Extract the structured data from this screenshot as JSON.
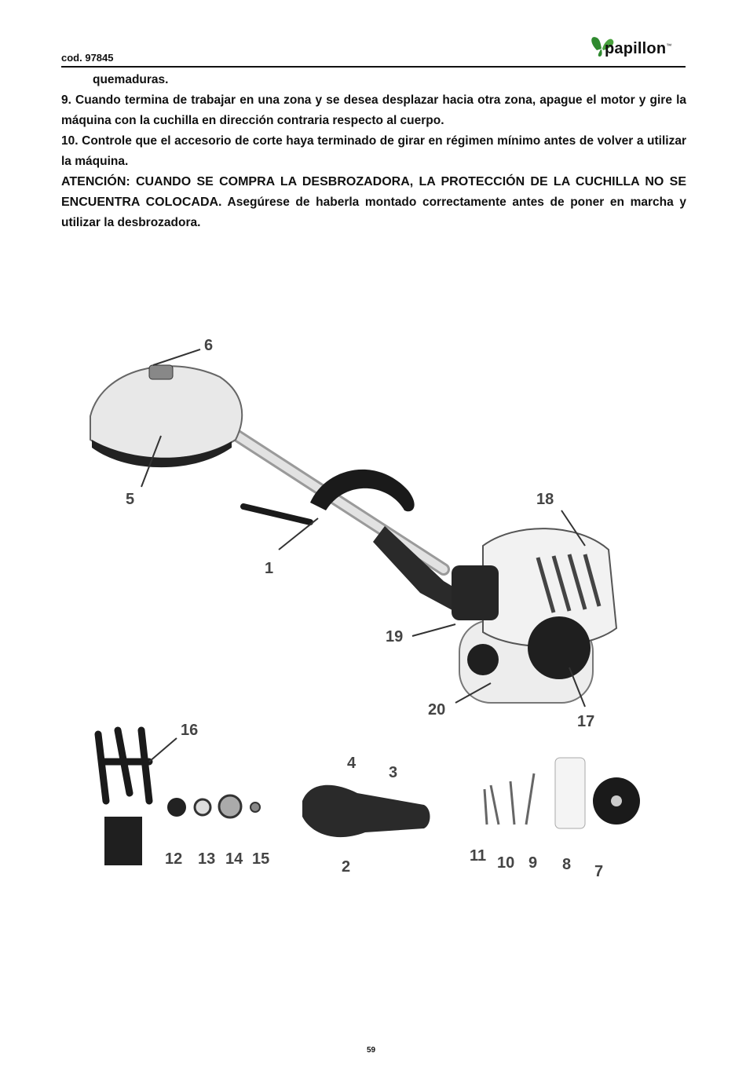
{
  "header": {
    "code": "cod. 97845",
    "brand": "papillon",
    "brand_mark": "™"
  },
  "body": {
    "line_continuation": "quemaduras.",
    "item_9": "9.  Cuando termina de trabajar en una zona y se desea desplazar hacia otra zona, apague el motor y gire la máquina con la cuchilla en dirección contraria respecto al cuerpo.",
    "item_10": "10.  Controle que el accesorio de corte haya terminado de girar en régimen mínimo antes de volver a utilizar la máquina.",
    "warning_title": "ATENCIÓN:  CUANDO SE COMPRA LA DESBROZADORA, LA PROTECCIÓN DE LA CUCHILLA NO SE ENCUENTRA COLOCADA.",
    "warning_text": " Asegúrese de haberla montado correctamente antes de poner en marcha y utilizar la desbrozadora."
  },
  "figure": {
    "labels": [
      "6",
      "5",
      "1",
      "18",
      "19",
      "20",
      "17",
      "16",
      "12",
      "13",
      "14",
      "15",
      "4",
      "3",
      "2",
      "11",
      "10",
      "9",
      "8",
      "7"
    ]
  },
  "footer": {
    "page_number": "59"
  }
}
